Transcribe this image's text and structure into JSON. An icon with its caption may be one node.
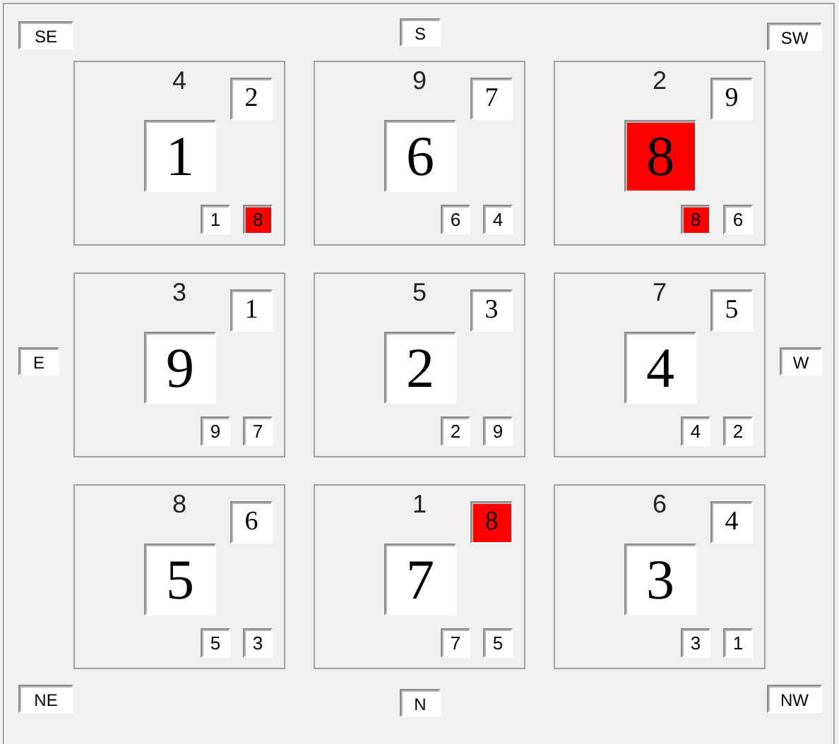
{
  "diagram": {
    "nodes": [
      {
        "text": [
          "SE"
        ]
      },
      {
        "text": [
          "S"
        ]
      },
      {
        "text": [
          "SW"
        ]
      },
      {
        "text": [
          "4"
        ]
      },
      {
        "text": [
          "2"
        ],
        "in": 3
      },
      {
        "text": [
          "1"
        ],
        "in": 3
      },
      {
        "text": [
          "1"
        ],
        "in": 3
      },
      {
        "text": [
          "8"
        ],
        "in": 3
      },
      {
        "text": [
          "9"
        ]
      },
      {
        "text": [
          "7"
        ],
        "in": 8
      },
      {
        "text": [
          "6"
        ],
        "in": 8
      },
      {
        "text": [
          "6"
        ],
        "in": 8
      },
      {
        "text": [
          "4"
        ],
        "in": 8
      },
      {
        "text": [
          "2"
        ]
      },
      {
        "text": [
          "9"
        ],
        "in": 13
      },
      {
        "text": [
          "8"
        ],
        "in": 13
      },
      {
        "text": [
          "8"
        ],
        "in": 13
      },
      {
        "text": [
          "6"
        ],
        "in": 13
      },
      {
        "text": [
          "E"
        ]
      },
      {
        "text": [
          "3"
        ]
      },
      {
        "text": [
          "1"
        ],
        "in": 19
      },
      {
        "text": [
          "9"
        ],
        "in": 19
      },
      {
        "text": [
          "9"
        ],
        "in": 19
      },
      {
        "text": [
          "7"
        ],
        "in": 19
      },
      {
        "text": [
          "5"
        ]
      },
      {
        "text": [
          "3"
        ],
        "in": 24
      },
      {
        "text": [
          "2"
        ],
        "in": 24
      },
      {
        "text": [
          "2"
        ],
        "in": 24
      },
      {
        "text": [
          "9"
        ],
        "in": 24
      },
      {
        "text": [
          "7"
        ]
      },
      {
        "text": [
          "5"
        ],
        "in": 29
      },
      {
        "text": [
          "4"
        ],
        "in": 29
      },
      {
        "text": [
          "4"
        ],
        "in": 29
      },
      {
        "text": [
          "2"
        ],
        "in": 29
      },
      {
        "text": [
          "W"
        ]
      },
      {
        "text": [
          "8"
        ]
      },
      {
        "text": [
          "6"
        ],
        "in": 35
      },
      {
        "text": [
          "5"
        ],
        "in": 35
      },
      {
        "text": [
          "5"
        ],
        "in": 35
      },
      {
        "text": [
          "3"
        ],
        "in": 35
      },
      {
        "text": [
          "1"
        ]
      },
      {
        "text": [
          "8"
        ],
        "in": 40
      },
      {
        "text": [
          "7"
        ],
        "in": 40
      },
      {
        "text": [
          "7"
        ],
        "in": 40
      },
      {
        "text": [
          "5"
        ],
        "in": 40
      },
      {
        "text": [
          "6"
        ]
      },
      {
        "text": [
          "4"
        ],
        "in": 45
      },
      {
        "text": [
          "3"
        ],
        "in": 45
      },
      {
        "text": [
          "3"
        ],
        "in": 45
      },
      {
        "text": [
          "1"
        ],
        "in": 45
      },
      {
        "text": [
          "NE"
        ]
      },
      {
        "text": [
          "N"
        ]
      },
      {
        "text": [
          "NW"
        ]
      }
    ]
  }
}
